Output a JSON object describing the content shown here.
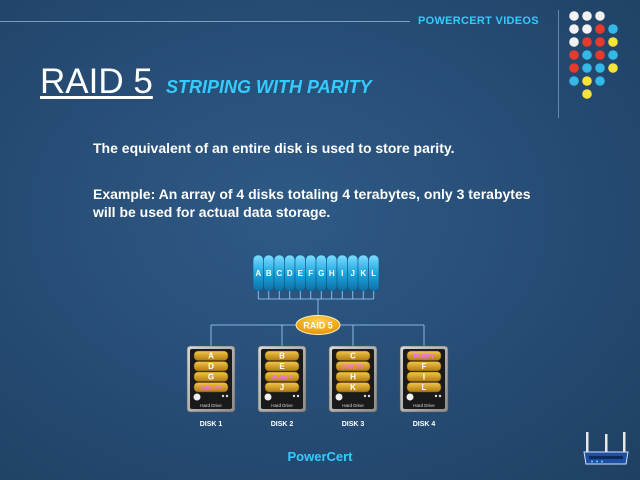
{
  "header": {
    "brand": "POWERCERT VIDEOS"
  },
  "title": {
    "main": "RAID 5",
    "subtitle": "STRIPING WITH PARITY"
  },
  "body": {
    "line1": "The equivalent of an entire disk is used to store parity.",
    "line2": "Example:  An array of 4 disks totaling 4 terabytes, only 3 terabytes will be used for actual data storage."
  },
  "diagram": {
    "array_letters": [
      "A",
      "B",
      "C",
      "D",
      "E",
      "F",
      "G",
      "H",
      "I",
      "J",
      "K",
      "L"
    ],
    "controller_label": "RAID 5",
    "disks": [
      {
        "label": "DISK 1",
        "blocks": [
          "A",
          "D",
          "G",
          "PARITY"
        ]
      },
      {
        "label": "DISK 2",
        "blocks": [
          "B",
          "E",
          "PARITY",
          "J"
        ]
      },
      {
        "label": "DISK 3",
        "blocks": [
          "C",
          "PARITY",
          "H",
          "K"
        ]
      },
      {
        "label": "DISK 4",
        "blocks": [
          "PARITY",
          "F",
          "I",
          "L"
        ]
      }
    ],
    "drive_caption": "Hard Drive"
  },
  "footer": {
    "text": "PowerCert"
  },
  "colors": {
    "accent": "#33ccff",
    "gold": "#d9a520",
    "parity": "#ff66ff",
    "controller": "#f5a300",
    "dot_red": "#e83a2c",
    "dot_blue": "#33b8e8",
    "dot_yellow": "#f5e23a",
    "dot_white": "#f2f2f2"
  },
  "icons": {
    "corner": "router-icon",
    "decor": "dot-grid-icon"
  }
}
